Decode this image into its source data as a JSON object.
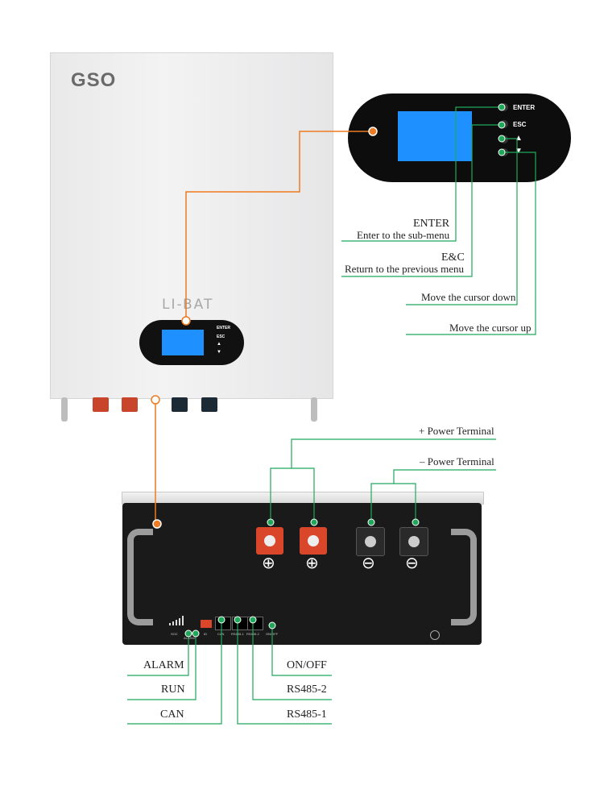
{
  "brand": "GSO",
  "product_name": "LI-BAT",
  "panel": {
    "enter_label": "ENTER",
    "esc_label": "ESC",
    "up_glyph": "▲",
    "down_glyph": "▼"
  },
  "callouts": {
    "enter_title": "ENTER",
    "enter_desc": "Enter to the sub-menu",
    "esc_title": "E&C",
    "esc_desc": "Return to the previous menu",
    "down_desc": "Move the cursor down",
    "up_desc": "Move the cursor up"
  },
  "terminals": {
    "positive_label": "+ Power Terminal",
    "negative_label": "– Power Terminal",
    "plus_symbol": "⊕",
    "minus_symbol": "⊖"
  },
  "ports": {
    "alarm": "ALARM",
    "run": "RUN",
    "can": "CAN",
    "on_off": "ON/OFF",
    "rs485_2": "RS485-2",
    "rs485_1": "RS485-1",
    "small": {
      "soc": "SOC",
      "alarm": "ALARM",
      "id": "ID",
      "can": "CAN",
      "rs485_1": "RS485-1",
      "rs485_2": "RS485-2",
      "on_off": "ON/OFF"
    }
  },
  "colors": {
    "accent_orange": "#ee7a22",
    "callout_green": "#1fa85a",
    "screen_blue": "#1e90ff",
    "terminal_red": "#d9462a"
  },
  "icons": [
    "orange-dot-marker",
    "green-dot-marker",
    "plus-terminal-icon",
    "minus-terminal-icon",
    "ground-icon",
    "signal-bars-icon"
  ]
}
